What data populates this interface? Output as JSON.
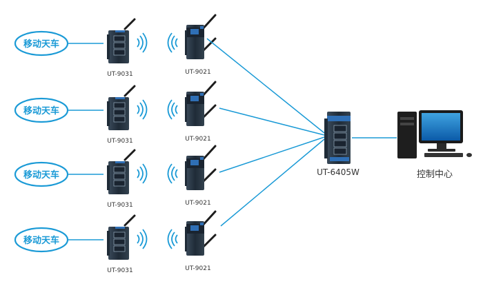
{
  "rows": [
    {
      "vehicle": "移动天车",
      "client": "UT-9031",
      "ap": "UT-9021"
    },
    {
      "vehicle": "移动天车",
      "client": "UT-9031",
      "ap": "UT-9021"
    },
    {
      "vehicle": "移动天车",
      "client": "UT-9031",
      "ap": "UT-9021"
    },
    {
      "vehicle": "移动天车",
      "client": "UT-9031",
      "ap": "UT-9021"
    }
  ],
  "hub": {
    "label": "UT-6405W"
  },
  "control": {
    "label": "控制中心"
  },
  "colors": {
    "link": "#1a9ad6",
    "vehicle_text": "#1a9ad6",
    "device_body": "#2b3a4a",
    "device_accent": "#2f6fb5",
    "wifi": "#1a9ad6"
  }
}
